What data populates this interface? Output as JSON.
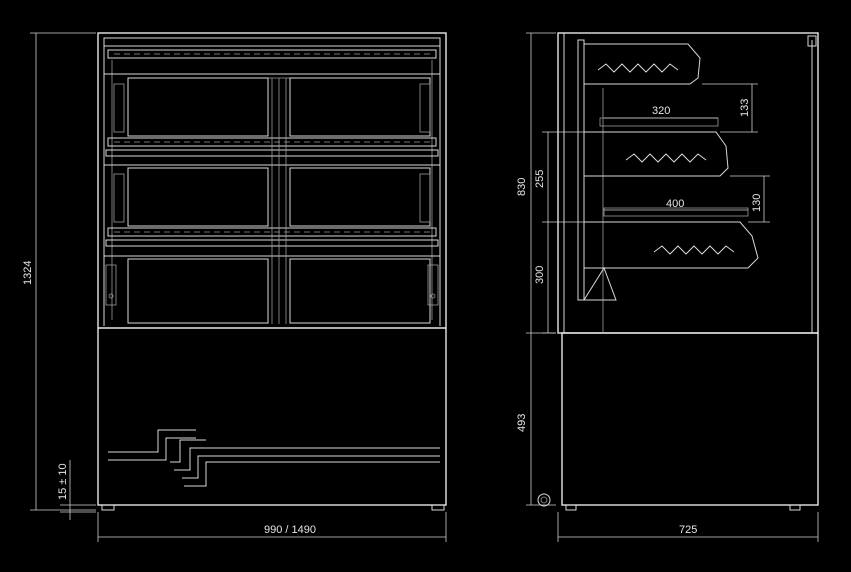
{
  "front_view": {
    "height_total": "1324",
    "leg_adjust": "15 ± 10",
    "width": "990 / 1490"
  },
  "side_view": {
    "display_height": "830",
    "shelf_gap_top": "133",
    "shelf_depth_top": "320",
    "shelf_gap_middle": "255",
    "shelf_gap_lower": "130",
    "shelf_depth_bottom": "400",
    "base_clearance": "300",
    "base_height": "493",
    "depth": "725"
  },
  "colors": {
    "background": "#000000",
    "line": "#d9d9d9"
  }
}
